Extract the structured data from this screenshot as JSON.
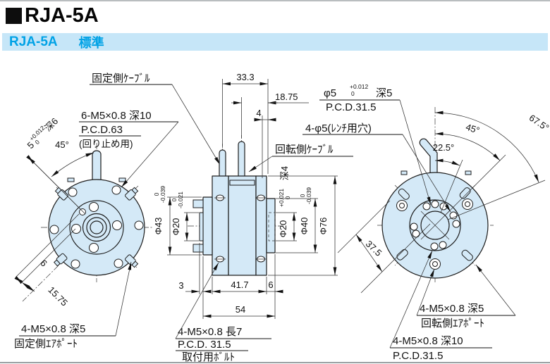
{
  "header": {
    "title": "RJA-5A",
    "model": "RJA-5A",
    "variant": "標準"
  },
  "colors": {
    "accent": "#00a2e6",
    "bar_bg": "#c6e6f8",
    "part_fill": "#d4e9f7",
    "line": "#1c1c1c"
  },
  "labels": {
    "fixed_cable": "固定側ｹｰﾌﾞﾙ",
    "rot_stop_tap_line1": "6-M5×0.8 深10",
    "rot_stop_tap_line2": "P.C.D.63",
    "rot_stop_tap_line3": "(回り止め用)",
    "fixed_airport_line1": "4-M5×0.8 深5",
    "fixed_airport_line2": "固定側ｴｱﾎﾟｰﾄ",
    "rotating_cable": "回転側ｹｰﾌﾞﾙ",
    "pin_hole_value": "φ5",
    "pin_hole_tol_upper": "+0.012",
    "pin_hole_tol_lower": "0",
    "pin_hole_depth": "深5",
    "pin_hole_pcd": "P.C.D.31.5",
    "wrench_hole": "4-φ5(ﾚﾝﾁ用穴)",
    "mount_bolt_line1": "4-M5×0.8 長7",
    "mount_bolt_line2": "P.C.D. 31.5",
    "mount_bolt_line3": "取付用ﾎﾞﾙﾄ",
    "rot_airport_line1": "4-M5×0.8 深5",
    "rot_airport_line2": "回転側ｴｱﾎﾟｰﾄ",
    "rot_tap_line1": "4-M5×0.8 深10",
    "rot_tap_line2": "P.C.D.31.5"
  },
  "dims": {
    "top_width": "33.3",
    "cable_offset": "18.75",
    "top_step": "4",
    "recess_depth": "深4",
    "bore_right_value": "Φ20",
    "bore_right_tol_upper": "+0.021",
    "bore_right_tol_lower": "0",
    "hub_right_value": "Φ40",
    "hub_right_tol_upper": "0",
    "hub_right_tol_lower": "-0.039",
    "outer_dia": "Φ76",
    "hub_left_value": "Φ43",
    "hub_left_tol_upper": "0",
    "hub_left_tol_lower": "-0.039",
    "bore_left_value": "Φ20",
    "bore_left_tol_upper": "0",
    "bore_left_tol_lower": "-0.021",
    "bottom_step": "3",
    "body_width": "41.7",
    "right_step": "6",
    "total_width": "54",
    "pin_left_value": "5",
    "pin_left_tol_upper": "+0.012",
    "pin_left_tol_lower": "0",
    "pin_left_depth": "深6",
    "angle_left": "45°",
    "offset_6": "6",
    "offset_1575": "15.75",
    "angle_225": "22.5°",
    "angle_45": "45°",
    "angle_675": "67.5°",
    "offset_375": "37.5"
  }
}
